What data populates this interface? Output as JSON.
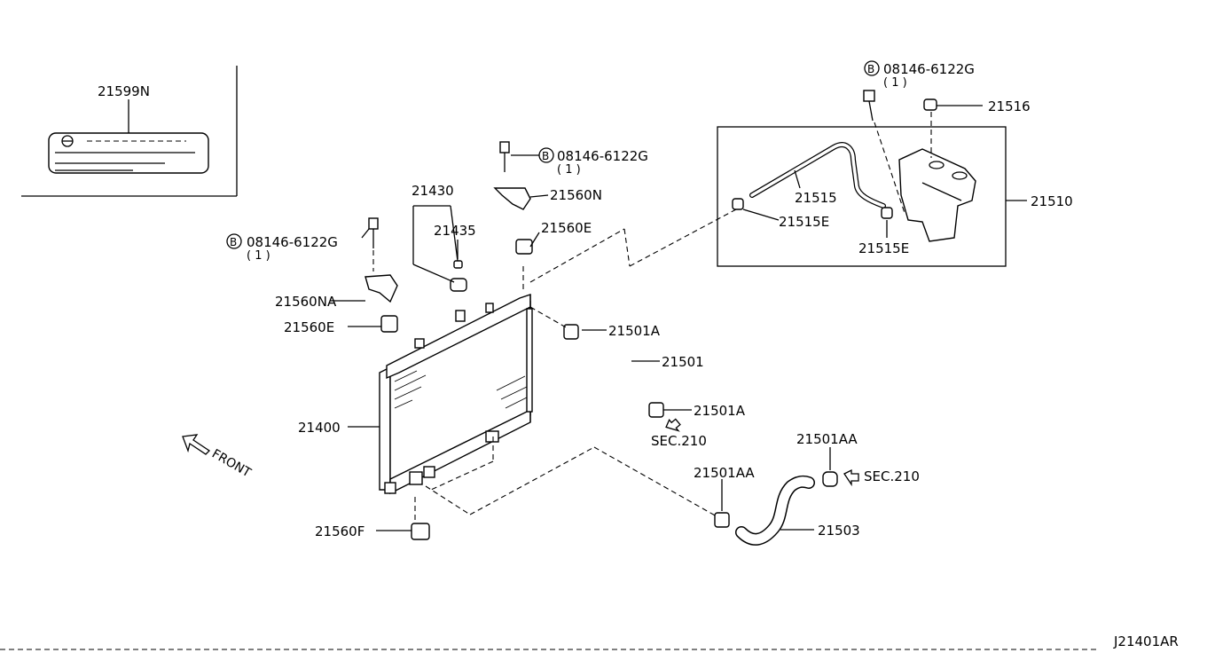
{
  "labels": {
    "p21599N": "21599N",
    "p21430": "21430",
    "p21435": "21435",
    "p21560N": "21560N",
    "p21560E_top": "21560E",
    "p21560NA": "21560NA",
    "p21560E_left": "21560E",
    "p21400": "21400",
    "p21560F": "21560F",
    "p21501A_top": "21501A",
    "p21501": "21501",
    "p21501A_bot": "21501A",
    "sec210_a": "SEC.210",
    "p21501AA_right": "21501AA",
    "sec210_b": "SEC.210",
    "p21501AA_left": "21501AA",
    "p21503": "21503",
    "p21515": "21515",
    "p21515E_left": "21515E",
    "p21515E_bot": "21515E",
    "p21510": "21510",
    "p21516": "21516",
    "front": "FRONT",
    "diagram_id": "J21401AR"
  },
  "bolts": [
    {
      "symbol": "B",
      "part": "08146-6122G",
      "qty": "( 1 )"
    },
    {
      "symbol": "B",
      "part": "08146-6122G",
      "qty": "( 1 )"
    },
    {
      "symbol": "B",
      "part": "08146-6122G",
      "qty": "( 1 )"
    }
  ]
}
